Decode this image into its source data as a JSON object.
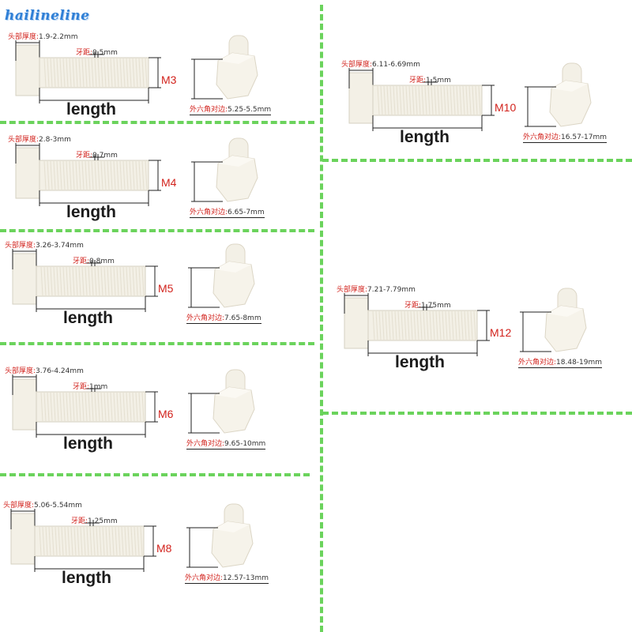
{
  "brand": "hailineline",
  "common": {
    "head_thickness_label": "头部厚度:",
    "pitch_label": "牙距:",
    "hex_label": "外六角对边:",
    "length_label": "length"
  },
  "colors": {
    "divider": "#6bd35c",
    "accent_red": "#d2221c",
    "brand_blue": "#2f7fd6",
    "nylon": "#f3f0e6"
  },
  "specs": [
    {
      "size": "M3",
      "head_thickness": "1.9-2.2mm",
      "pitch": "0.5mm",
      "hex_across_flats": "5.25-5.5mm"
    },
    {
      "size": "M4",
      "head_thickness": "2.8-3mm",
      "pitch": "0.7mm",
      "hex_across_flats": "6.65-7mm"
    },
    {
      "size": "M5",
      "head_thickness": "3.26-3.74mm",
      "pitch": "0.8mm",
      "hex_across_flats": "7.65-8mm"
    },
    {
      "size": "M6",
      "head_thickness": "3.76-4.24mm",
      "pitch": "1mm",
      "hex_across_flats": "9.65-10mm"
    },
    {
      "size": "M8",
      "head_thickness": "5.06-5.54mm",
      "pitch": "1.25mm",
      "hex_across_flats": "12.57-13mm"
    },
    {
      "size": "M10",
      "head_thickness": "6.11-6.69mm",
      "pitch": "1.5mm",
      "hex_across_flats": "16.57-17mm"
    },
    {
      "size": "M12",
      "head_thickness": "7.21-7.79mm",
      "pitch": "1.75mm",
      "hex_across_flats": "18.48-19mm"
    }
  ]
}
